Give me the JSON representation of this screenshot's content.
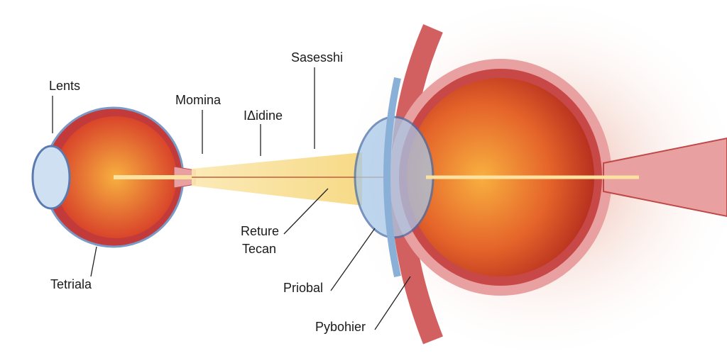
{
  "labels": {
    "lents": "Lents",
    "momina": "Momina",
    "aidine": "IΔidine",
    "sasesshi": "Sasesshi",
    "reture": "Reture",
    "tecan": "Tecan",
    "tetriala": "Tetriala",
    "priobal": "Priobal",
    "pybohier": "Pybohier"
  },
  "colors": {
    "iris": "#e8622a",
    "sclera": "#e8a0a0",
    "beam": "#f7dc8a",
    "cornea": "#a8c8e8"
  }
}
